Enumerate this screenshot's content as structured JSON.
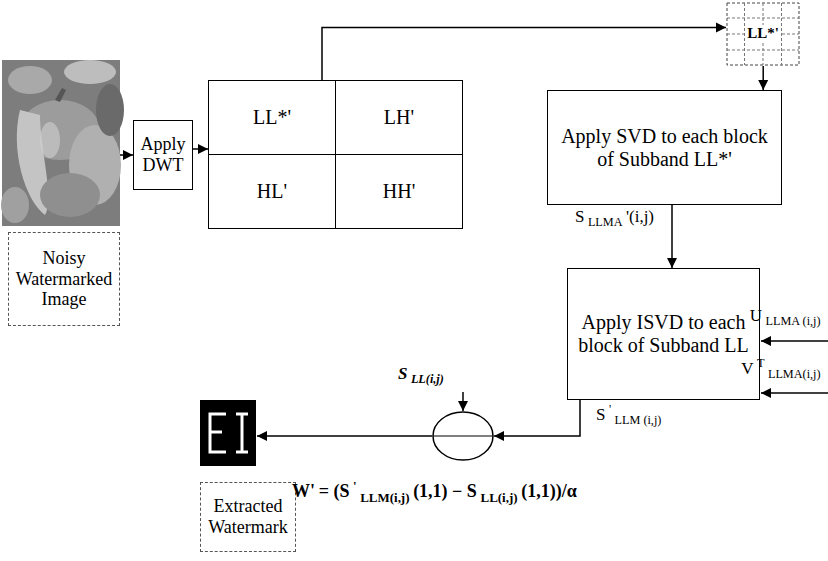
{
  "diagram": {
    "nodes": [
      {
        "text": [
          "Noisy Watermarked Image"
        ]
      },
      {
        "text": [
          "Apply DWT"
        ]
      },
      {
        "text": [
          "LL*'"
        ]
      },
      {
        "text": [
          "LH'"
        ]
      },
      {
        "text": [
          "HL'"
        ]
      },
      {
        "text": [
          "HH'"
        ]
      },
      {
        "text": [
          "LL*'"
        ]
      },
      {
        "text": [
          "Apply SVD to each block of Subband LL*'"
        ]
      },
      {
        "text": [
          "Apply ISVD to each block of Subband LL"
        ]
      },
      {
        "text": [
          "Extracted Watermark"
        ]
      }
    ],
    "edges": [
      {
        "from": 1,
        "to": 2,
        "arrow": "to"
      },
      {
        "from": 2,
        "to": 6,
        "arrow": "to"
      },
      {
        "from": 6,
        "to": 7,
        "arrow": "to"
      },
      {
        "from": 7,
        "to": 8,
        "arrow": "to"
      }
    ],
    "labels": [
      "S",
      "LLMA",
      "'(i,j)",
      "U",
      "LLMA (i,j)",
      "V",
      "T",
      "LLMA(i,j)",
      "S",
      "LL(i,j)",
      "S",
      "'",
      "LLM (i,j)",
      "W'",
      "= (S",
      "'",
      "LLM(i,j)",
      "(1,1) − S",
      "LL(i,j)",
      "(1,1))/α"
    ]
  }
}
